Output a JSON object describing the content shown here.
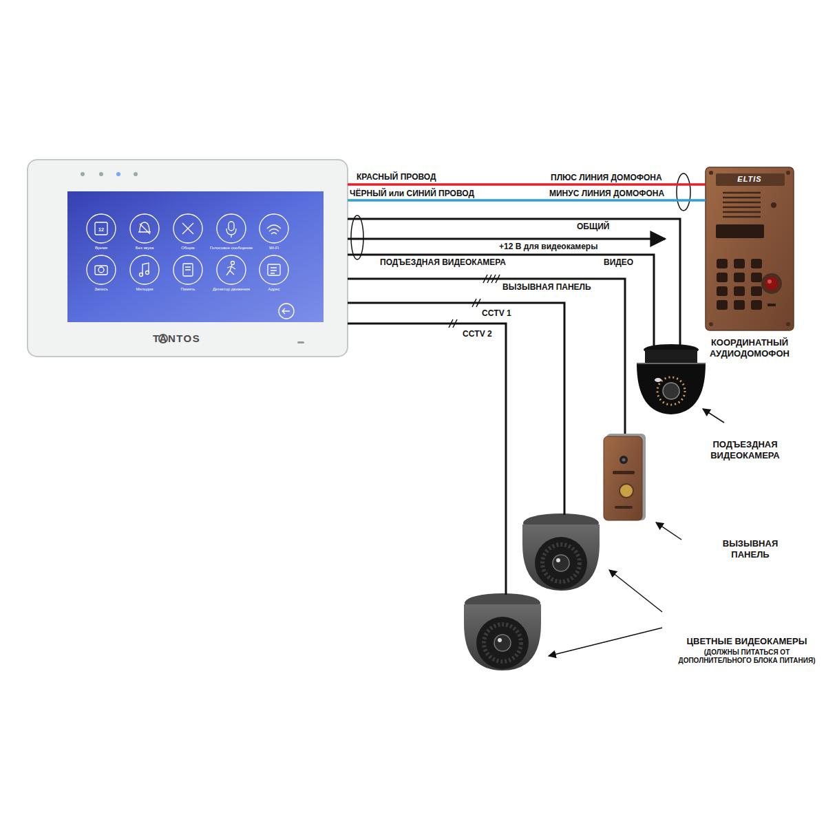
{
  "diagram": {
    "nodes": [
      {
        "text": [
          "TANTOS"
        ]
      },
      {
        "text": [
          "ELTIS",
          "КООРДИНАТНЫЙ АУДИОДОМОФОН"
        ]
      },
      {
        "text": [
          "ПОДЪЕЗДНАЯ ВИДЕОКАМЕРА"
        ]
      },
      {
        "text": [
          "ВЫЗЫВНАЯ ПАНЕЛЬ"
        ]
      }
    ],
    "edges": [
      {
        "from": 0,
        "to": 1,
        "label": "КРАСНЫЙ ПРОВОД",
        "arrow": "none"
      },
      {
        "from": 0,
        "to": 1,
        "label": "ЧЁРНЫЙ или СИНИЙ ПРОВОД",
        "arrow": "none"
      },
      {
        "from": 0,
        "to": 2,
        "label": "ОБЩИЙ",
        "arrow": "none"
      },
      {
        "from": 0,
        "to": 2,
        "label": "ВИДЕО",
        "arrow": "none"
      },
      {
        "from": 0,
        "to": 3,
        "label": "ВЫЗЫВНАЯ ПАНЕЛЬ",
        "arrow": "none"
      }
    ],
    "labels": [
      "ПЛЮС ЛИНИЯ ДОМОФОНА",
      "МИНУС ЛИНИЯ ДОМОФОНА",
      "+12 В для видеокамеры",
      "ПОДЪЕЗДНАЯ ВИДЕОКАМЕРА",
      "CCTV 1",
      "CCTV 2",
      "ЦВЕТНЫЕ ВИДЕОКАМЕРЫ",
      "(ДОЛЖНЫ ПИТАТЬСЯ ОТ ДОПОЛНИТЕЛЬНОГО БЛОКА ПИТАНИЯ)",
      "12",
      "Время",
      "Без звука",
      "Общие",
      "Голосовое сообщение",
      "Wi-Fi",
      "Запись",
      "Мелодия",
      "Память",
      "Детектор движения",
      "Адрес"
    ]
  }
}
